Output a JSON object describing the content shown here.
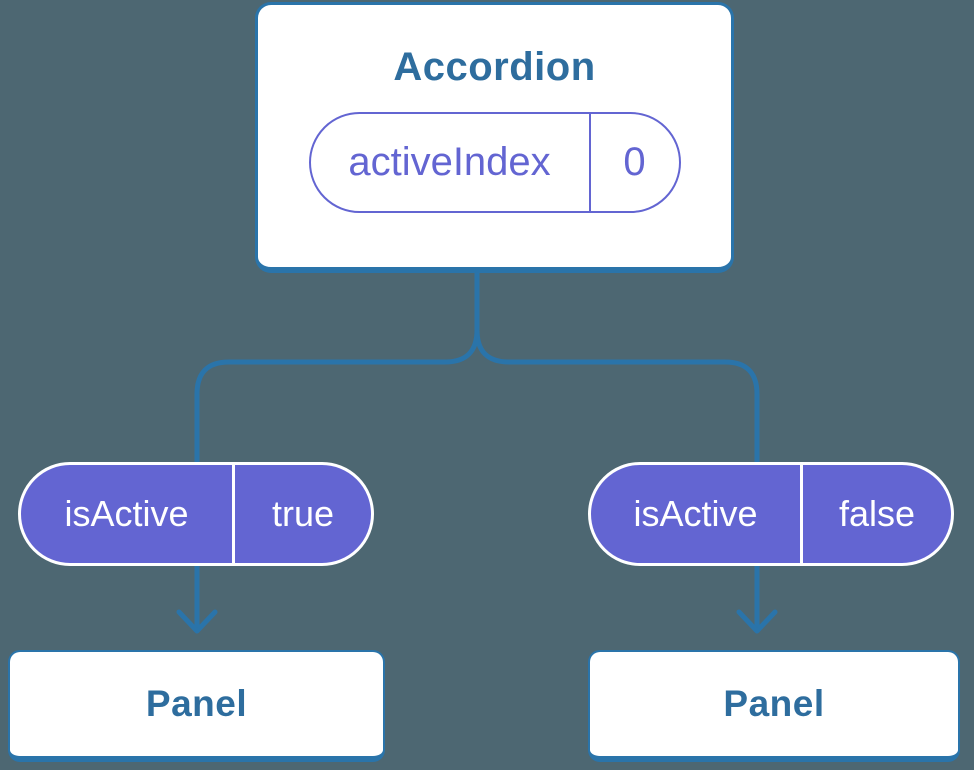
{
  "colors": {
    "background": "#4d6772",
    "connector": "#2a74aa",
    "node_text": "#2e6d9e",
    "prop_fill": "#6365d2",
    "prop_text": "#ffffff",
    "card_bg": "#ffffff"
  },
  "tree": {
    "root": {
      "title": "Accordion",
      "state": {
        "label": "activeIndex",
        "value": "0"
      }
    },
    "children": [
      {
        "prop": {
          "label": "isActive",
          "value": "true"
        },
        "node": {
          "title": "Panel"
        }
      },
      {
        "prop": {
          "label": "isActive",
          "value": "false"
        },
        "node": {
          "title": "Panel"
        }
      }
    ]
  }
}
